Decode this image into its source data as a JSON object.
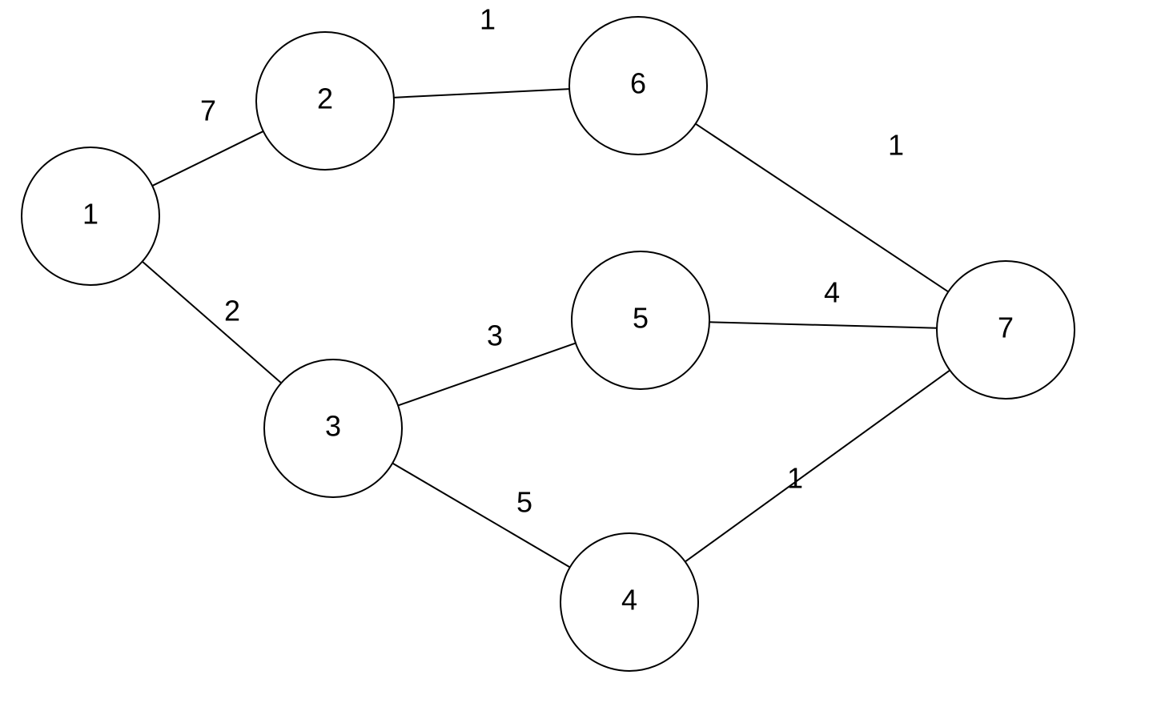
{
  "graph": {
    "nodes": [
      {
        "id": "1",
        "label": "1"
      },
      {
        "id": "2",
        "label": "2"
      },
      {
        "id": "3",
        "label": "3"
      },
      {
        "id": "4",
        "label": "4"
      },
      {
        "id": "5",
        "label": "5"
      },
      {
        "id": "6",
        "label": "6"
      },
      {
        "id": "7",
        "label": "7"
      }
    ],
    "edges": [
      {
        "from": "1",
        "to": "2",
        "weight": "7"
      },
      {
        "from": "1",
        "to": "3",
        "weight": "2"
      },
      {
        "from": "2",
        "to": "6",
        "weight": "1"
      },
      {
        "from": "3",
        "to": "5",
        "weight": "3"
      },
      {
        "from": "3",
        "to": "4",
        "weight": "5"
      },
      {
        "from": "6",
        "to": "7",
        "weight": "1"
      },
      {
        "from": "5",
        "to": "7",
        "weight": "4"
      },
      {
        "from": "4",
        "to": "7",
        "weight": "1"
      }
    ]
  }
}
